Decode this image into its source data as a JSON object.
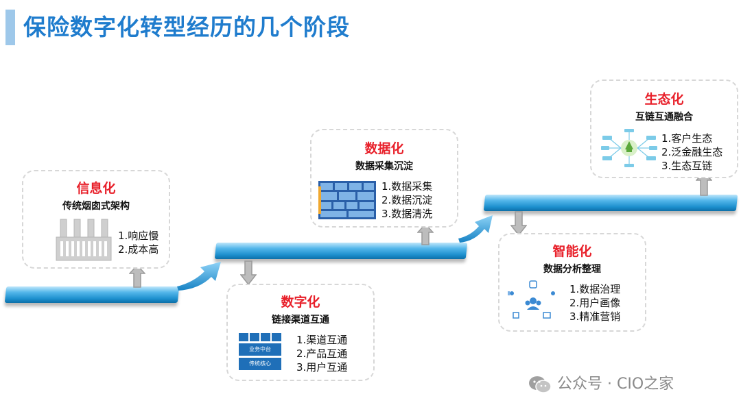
{
  "title": "保险数字化转型经历的几个阶段",
  "stages": [
    {
      "name": "信息化",
      "subtitle": "传统烟囱式架构",
      "items": [
        "1.响应慢",
        "2.成本高"
      ]
    },
    {
      "name": "数字化",
      "subtitle": "链接渠道互通",
      "items": [
        "1.渠道互通",
        "2.产品互通",
        "3.用户互通"
      ],
      "platform_labels": [
        "业务中台",
        "传统核心"
      ]
    },
    {
      "name": "数据化",
      "subtitle": "数据采集沉淀",
      "items": [
        "1.数据采集",
        "2.数据沉淀",
        "3.数据清洗"
      ]
    },
    {
      "name": "智能化",
      "subtitle": "数据分析整理",
      "items": [
        "1.数据治理",
        "2.用户画像",
        "3.精准营销"
      ]
    },
    {
      "name": "生态化",
      "subtitle": "互链互通融合",
      "items": [
        "1.客户生态",
        "2.泛金融生态",
        "3.生态互链"
      ]
    }
  ],
  "watermark": "公众号 · CIO之家",
  "colors": {
    "title": "#1f7ccd",
    "stage_name": "#e8202a",
    "stair": "#1c8fcd",
    "arrow": "#9a9a9a"
  }
}
